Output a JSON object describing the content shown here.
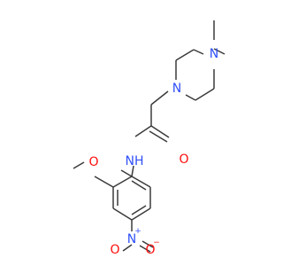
{
  "molecule": {
    "atoms": {
      "n_methyl": "N",
      "n_piperazine": "N",
      "amide_nh": "NH",
      "carbonyl_o": "O",
      "methoxy_o": "O",
      "nitro_n": "N",
      "nitro_n_charge": "+",
      "nitro_o_top": "O",
      "nitro_o_bottom": "O",
      "nitro_o_charge": "−"
    },
    "colors": {
      "bond": "#3a3a3a",
      "nitrogen": "#3050f8",
      "oxygen": "#ff0d0d"
    }
  }
}
